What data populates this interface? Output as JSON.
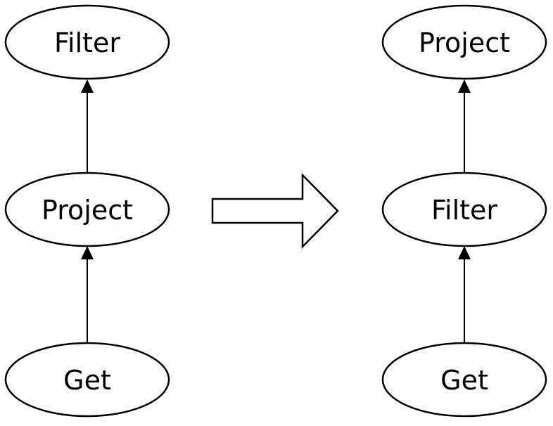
{
  "diagram": {
    "title": "plan-rewrite-diagram",
    "left_tree": {
      "nodes": [
        {
          "id": "left-top",
          "label": "Filter"
        },
        {
          "id": "left-middle",
          "label": "Project"
        },
        {
          "id": "left-bottom",
          "label": "Get"
        }
      ]
    },
    "right_tree": {
      "nodes": [
        {
          "id": "right-top",
          "label": "Project"
        },
        {
          "id": "right-middle",
          "label": "Filter"
        },
        {
          "id": "right-bottom",
          "label": "Get"
        }
      ]
    },
    "colors": {
      "stroke": "#000000",
      "node_fill": "#ffffff",
      "background": "#ffffff"
    }
  }
}
